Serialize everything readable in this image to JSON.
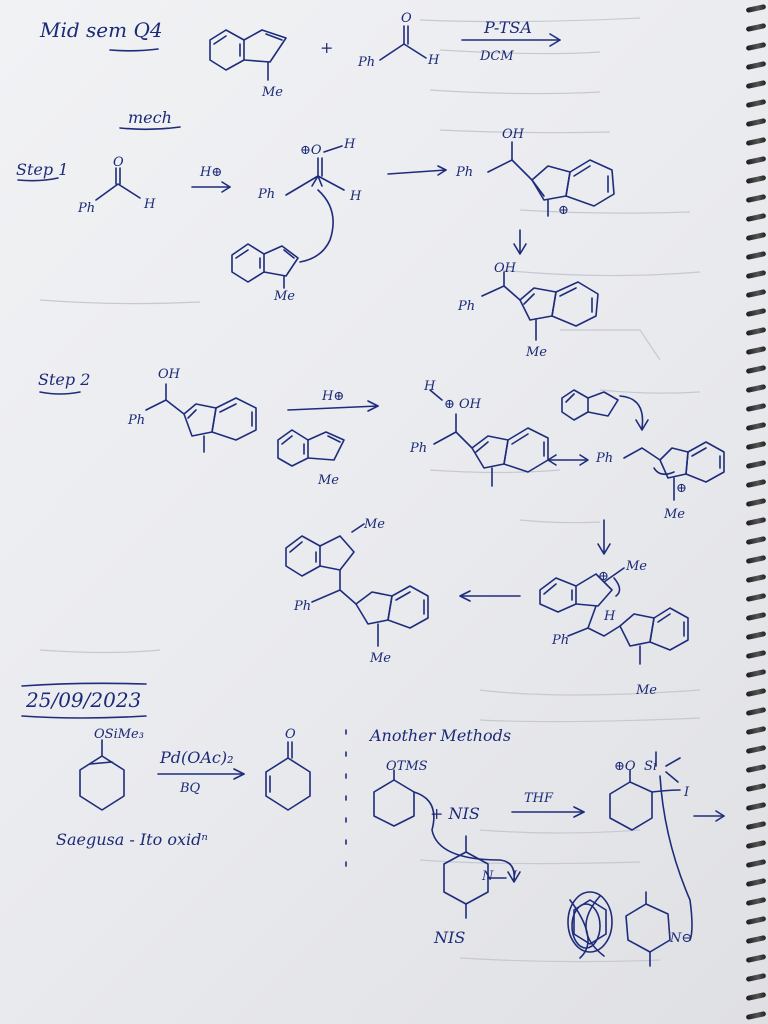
{
  "notebook": {
    "ink_color": "#1e2c7c",
    "paper_color": "#eceef1",
    "title": "Mid sem Q4",
    "reaction": {
      "indole_label": "Me",
      "plus": "+",
      "aldehyde_ph": "Ph",
      "aldehyde_h": "H",
      "aldehyde_o": "O",
      "reagent_top": "P-TSA",
      "reagent_bottom": "DCM"
    },
    "mech_label": "mech",
    "step1": {
      "label": "Step 1",
      "aldehyde": {
        "o": "O",
        "ph": "Ph",
        "h": "H"
      },
      "acid": "H⊕",
      "oxocarbenium": {
        "o": "⊕O",
        "h_top": "H",
        "ph": "Ph",
        "h": "H",
        "me": "Me"
      },
      "cation": {
        "oh": "OH",
        "ph": "Ph",
        "charge": "⊕"
      },
      "product": {
        "oh": "OH",
        "ph": "Ph",
        "me": "Me"
      }
    },
    "step2": {
      "label": "Step 2",
      "start": {
        "oh": "OH",
        "ph": "Ph"
      },
      "acid": "H⊕",
      "indole_me": "Me",
      "protonated": {
        "h": "H",
        "oh": "⊕ OH",
        "ph": "Ph"
      },
      "carbocation": {
        "ph": "Ph",
        "me": "Me",
        "charge": "⊕"
      },
      "sigma": {
        "me": "Me",
        "charge": "⊕",
        "h": "H",
        "ph": "Ph",
        "me2": "Me"
      },
      "final": {
        "me_top": "Me",
        "ph": "Ph",
        "me_bottom": "Me"
      }
    },
    "date": "25/09/2023",
    "saegusa": {
      "silyl": "OSiMe₃",
      "reagent_top": "Pd(OAc)₂",
      "reagent_bottom": "BQ",
      "product_o": "O",
      "name": "Saegusa - Ito oxidⁿ"
    },
    "another": {
      "title": "Another Methods",
      "otms": "OTMS",
      "plus_nis": "+ NIS",
      "solvent": "THF",
      "nis_label": "NIS",
      "nis_n": "N",
      "nis_i": "I",
      "intermediate": {
        "charge": "⊕O",
        "si": "Si",
        "i": "I",
        "n_neg": "N⊖"
      }
    }
  }
}
